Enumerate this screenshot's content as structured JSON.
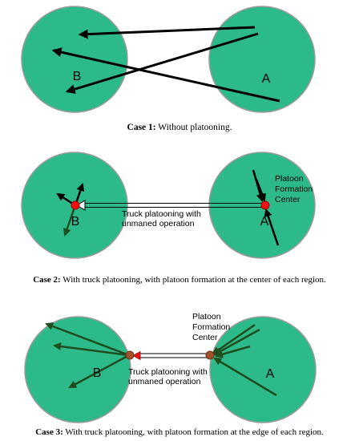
{
  "colors": {
    "region_fill": "#2dba8a",
    "region_stroke": "#9a9a9a",
    "arrow_black": "#000000",
    "arrow_green": "#1e4d1e",
    "center_red": "#ee1111",
    "edge_node": "#a0522d"
  },
  "case1": {
    "label_a": "A",
    "label_b": "B",
    "caption_bold": "Case 1:",
    "caption_text": " Without platooning."
  },
  "case2": {
    "label_a": "A",
    "label_b": "B",
    "center_label_1": "Platoon",
    "center_label_2": "Formation",
    "center_label_3": "Center",
    "platoon_label_1": "Truck platooning with",
    "platoon_label_2": "unmaned operation",
    "caption_bold": "Case 2:",
    "caption_text": " With truck platooning, with platoon formation at the center of each region."
  },
  "case3": {
    "label_a": "A",
    "label_b": "B",
    "center_label_1": "Platoon",
    "center_label_2": "Formation",
    "center_label_3": "Center",
    "platoon_label_1": "Truck platooning with",
    "platoon_label_2": "unmaned operation",
    "caption_bold": "Case 3:",
    "caption_text": " With truck platooning, with platoon formation at the edge of each region."
  }
}
